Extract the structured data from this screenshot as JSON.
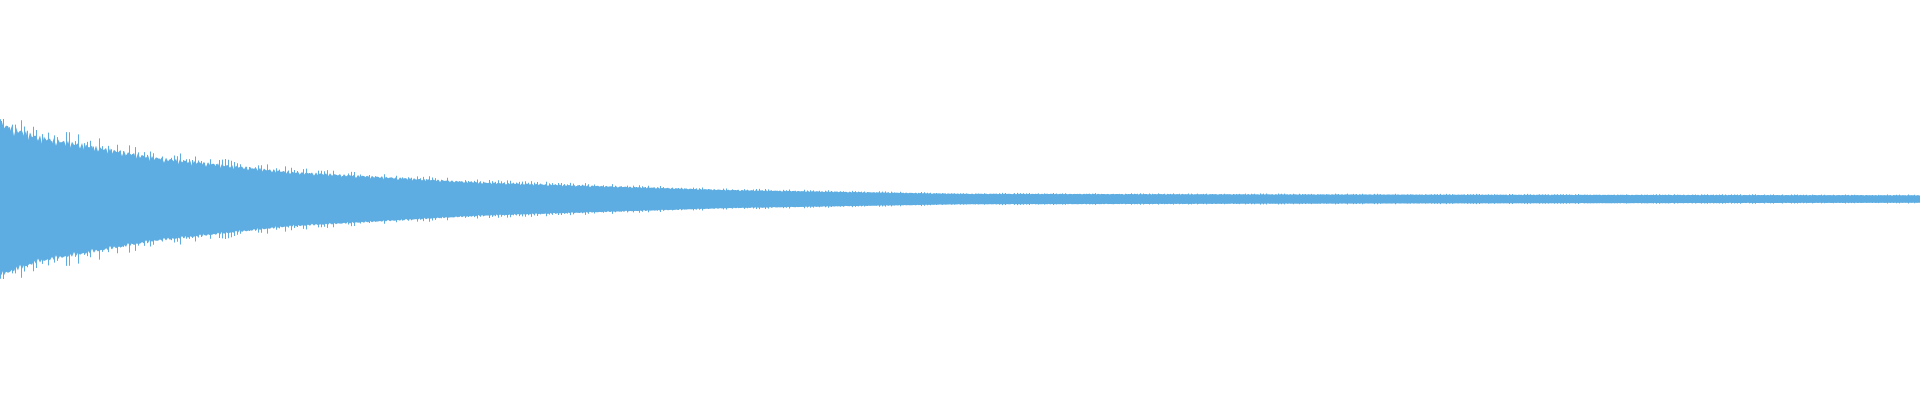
{
  "waveform": {
    "color": "#5DADE2",
    "background": "#FFFFFF",
    "description_visible_text": "",
    "envelope": {
      "peak_amplitude_start": 1.0,
      "amplitude_at_quarter": 0.22,
      "amplitude_at_half": 0.07,
      "amplitude_at_end": 0.05,
      "decay": "exponential"
    }
  }
}
